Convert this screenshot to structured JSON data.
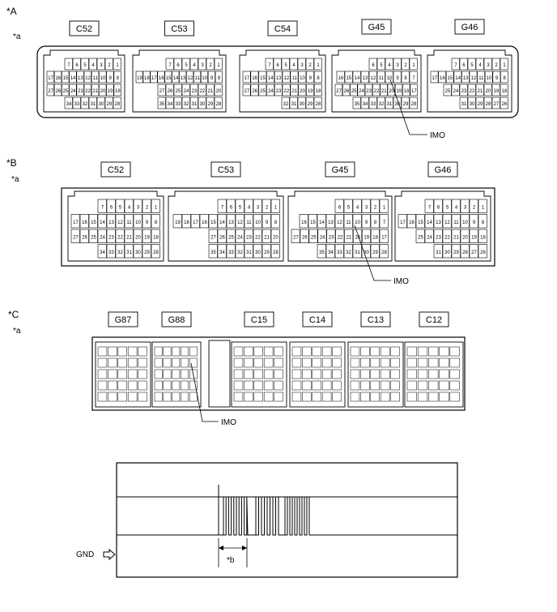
{
  "section_a": {
    "tag": "*A",
    "subtag": "*a",
    "connectors": [
      {
        "name": "C52",
        "rows": [
          [
            "7",
            "6",
            "5",
            "4",
            "3",
            "2",
            "1"
          ],
          [
            "17",
            "16",
            "15",
            "14",
            "13",
            "12",
            "11",
            "10",
            "9",
            "8"
          ],
          [
            "27",
            "26",
            "25",
            "24",
            "23",
            "22",
            "21",
            "20",
            "19",
            "18"
          ],
          [
            "34",
            "33",
            "32",
            "31",
            "30",
            "29",
            "28"
          ]
        ]
      },
      {
        "name": "C53",
        "rows": [
          [
            "7",
            "6",
            "5",
            "4",
            "3",
            "2",
            "1"
          ],
          [
            "19",
            "18",
            "17",
            "16",
            "15",
            "14",
            "13",
            "12",
            "11",
            "10",
            "9",
            "8"
          ],
          [
            "27",
            "26",
            "25",
            "24",
            "23",
            "22",
            "21",
            "20"
          ],
          [
            "35",
            "34",
            "33",
            "32",
            "31",
            "30",
            "29",
            "28"
          ]
        ]
      },
      {
        "name": "C54",
        "rows": [
          [
            "7",
            "6",
            "5",
            "4",
            "3",
            "2",
            "1"
          ],
          [
            "17",
            "16",
            "15",
            "14",
            "13",
            "12",
            "11",
            "10",
            "9",
            "8"
          ],
          [
            "27",
            "26",
            "25",
            "24",
            "23",
            "22",
            "21",
            "20",
            "19",
            "18"
          ],
          [
            "32",
            "31",
            "30",
            "29",
            "28"
          ]
        ]
      },
      {
        "name": "G45",
        "rows": [
          [
            "6",
            "5",
            "4",
            "3",
            "2",
            "1"
          ],
          [
            "16",
            "15",
            "14",
            "13",
            "12",
            "11",
            "10",
            "9",
            "8",
            "7"
          ],
          [
            "27",
            "26",
            "25",
            "24",
            "23",
            "22",
            "21",
            "20",
            "19",
            "18",
            "17"
          ],
          [
            "35",
            "34",
            "33",
            "32",
            "31",
            "30",
            "29",
            "28"
          ]
        ]
      },
      {
        "name": "G46",
        "rows": [
          [
            "7",
            "6",
            "5",
            "4",
            "3",
            "2",
            "1"
          ],
          [
            "17",
            "16",
            "15",
            "14",
            "13",
            "12",
            "11",
            "10",
            "9",
            "8"
          ],
          [
            "25",
            "24",
            "23",
            "22",
            "21",
            "20",
            "19",
            "18"
          ],
          [
            "31",
            "30",
            "29",
            "28",
            "27",
            "26"
          ]
        ]
      }
    ],
    "callout": "IMO"
  },
  "section_b": {
    "tag": "*B",
    "subtag": "*a",
    "connectors": [
      {
        "name": "C52",
        "rows": [
          [
            "7",
            "6",
            "5",
            "4",
            "3",
            "2",
            "1"
          ],
          [
            "17",
            "16",
            "15",
            "14",
            "13",
            "12",
            "11",
            "10",
            "9",
            "8"
          ],
          [
            "27",
            "26",
            "25",
            "24",
            "23",
            "22",
            "21",
            "20",
            "19",
            "18"
          ],
          [
            "34",
            "33",
            "32",
            "31",
            "30",
            "29",
            "28"
          ]
        ]
      },
      {
        "name": "C53",
        "rows": [
          [
            "7",
            "6",
            "5",
            "4",
            "3",
            "2",
            "1"
          ],
          [
            "19",
            "18",
            "17",
            "16",
            "15",
            "14",
            "13",
            "12",
            "11",
            "10",
            "9",
            "8"
          ],
          [
            "27",
            "26",
            "25",
            "24",
            "23",
            "22",
            "21",
            "20"
          ],
          [
            "35",
            "34",
            "33",
            "32",
            "31",
            "30",
            "29",
            "28"
          ]
        ]
      },
      {
        "name": "G45",
        "rows": [
          [
            "6",
            "5",
            "4",
            "3",
            "2",
            "1"
          ],
          [
            "16",
            "15",
            "14",
            "13",
            "12",
            "11",
            "10",
            "9",
            "8",
            "7"
          ],
          [
            "27",
            "26",
            "25",
            "24",
            "23",
            "22",
            "21",
            "20",
            "19",
            "18",
            "17"
          ],
          [
            "35",
            "34",
            "33",
            "32",
            "31",
            "30",
            "29",
            "28"
          ]
        ]
      },
      {
        "name": "G46",
        "rows": [
          [
            "7",
            "6",
            "5",
            "4",
            "3",
            "2",
            "1"
          ],
          [
            "17",
            "16",
            "15",
            "14",
            "13",
            "12",
            "11",
            "10",
            "9",
            "8"
          ],
          [
            "25",
            "24",
            "23",
            "22",
            "21",
            "20",
            "19",
            "18"
          ],
          [
            "31",
            "30",
            "29",
            "28",
            "27",
            "26"
          ]
        ]
      }
    ],
    "callout": "IMO"
  },
  "section_c": {
    "tag": "*C",
    "subtag": "*a",
    "connectors": [
      "G87",
      "G88",
      "C15",
      "C14",
      "C13",
      "C12"
    ],
    "callout": "IMO"
  },
  "waveform": {
    "ground_label": "GND",
    "marker_label": "*b"
  }
}
